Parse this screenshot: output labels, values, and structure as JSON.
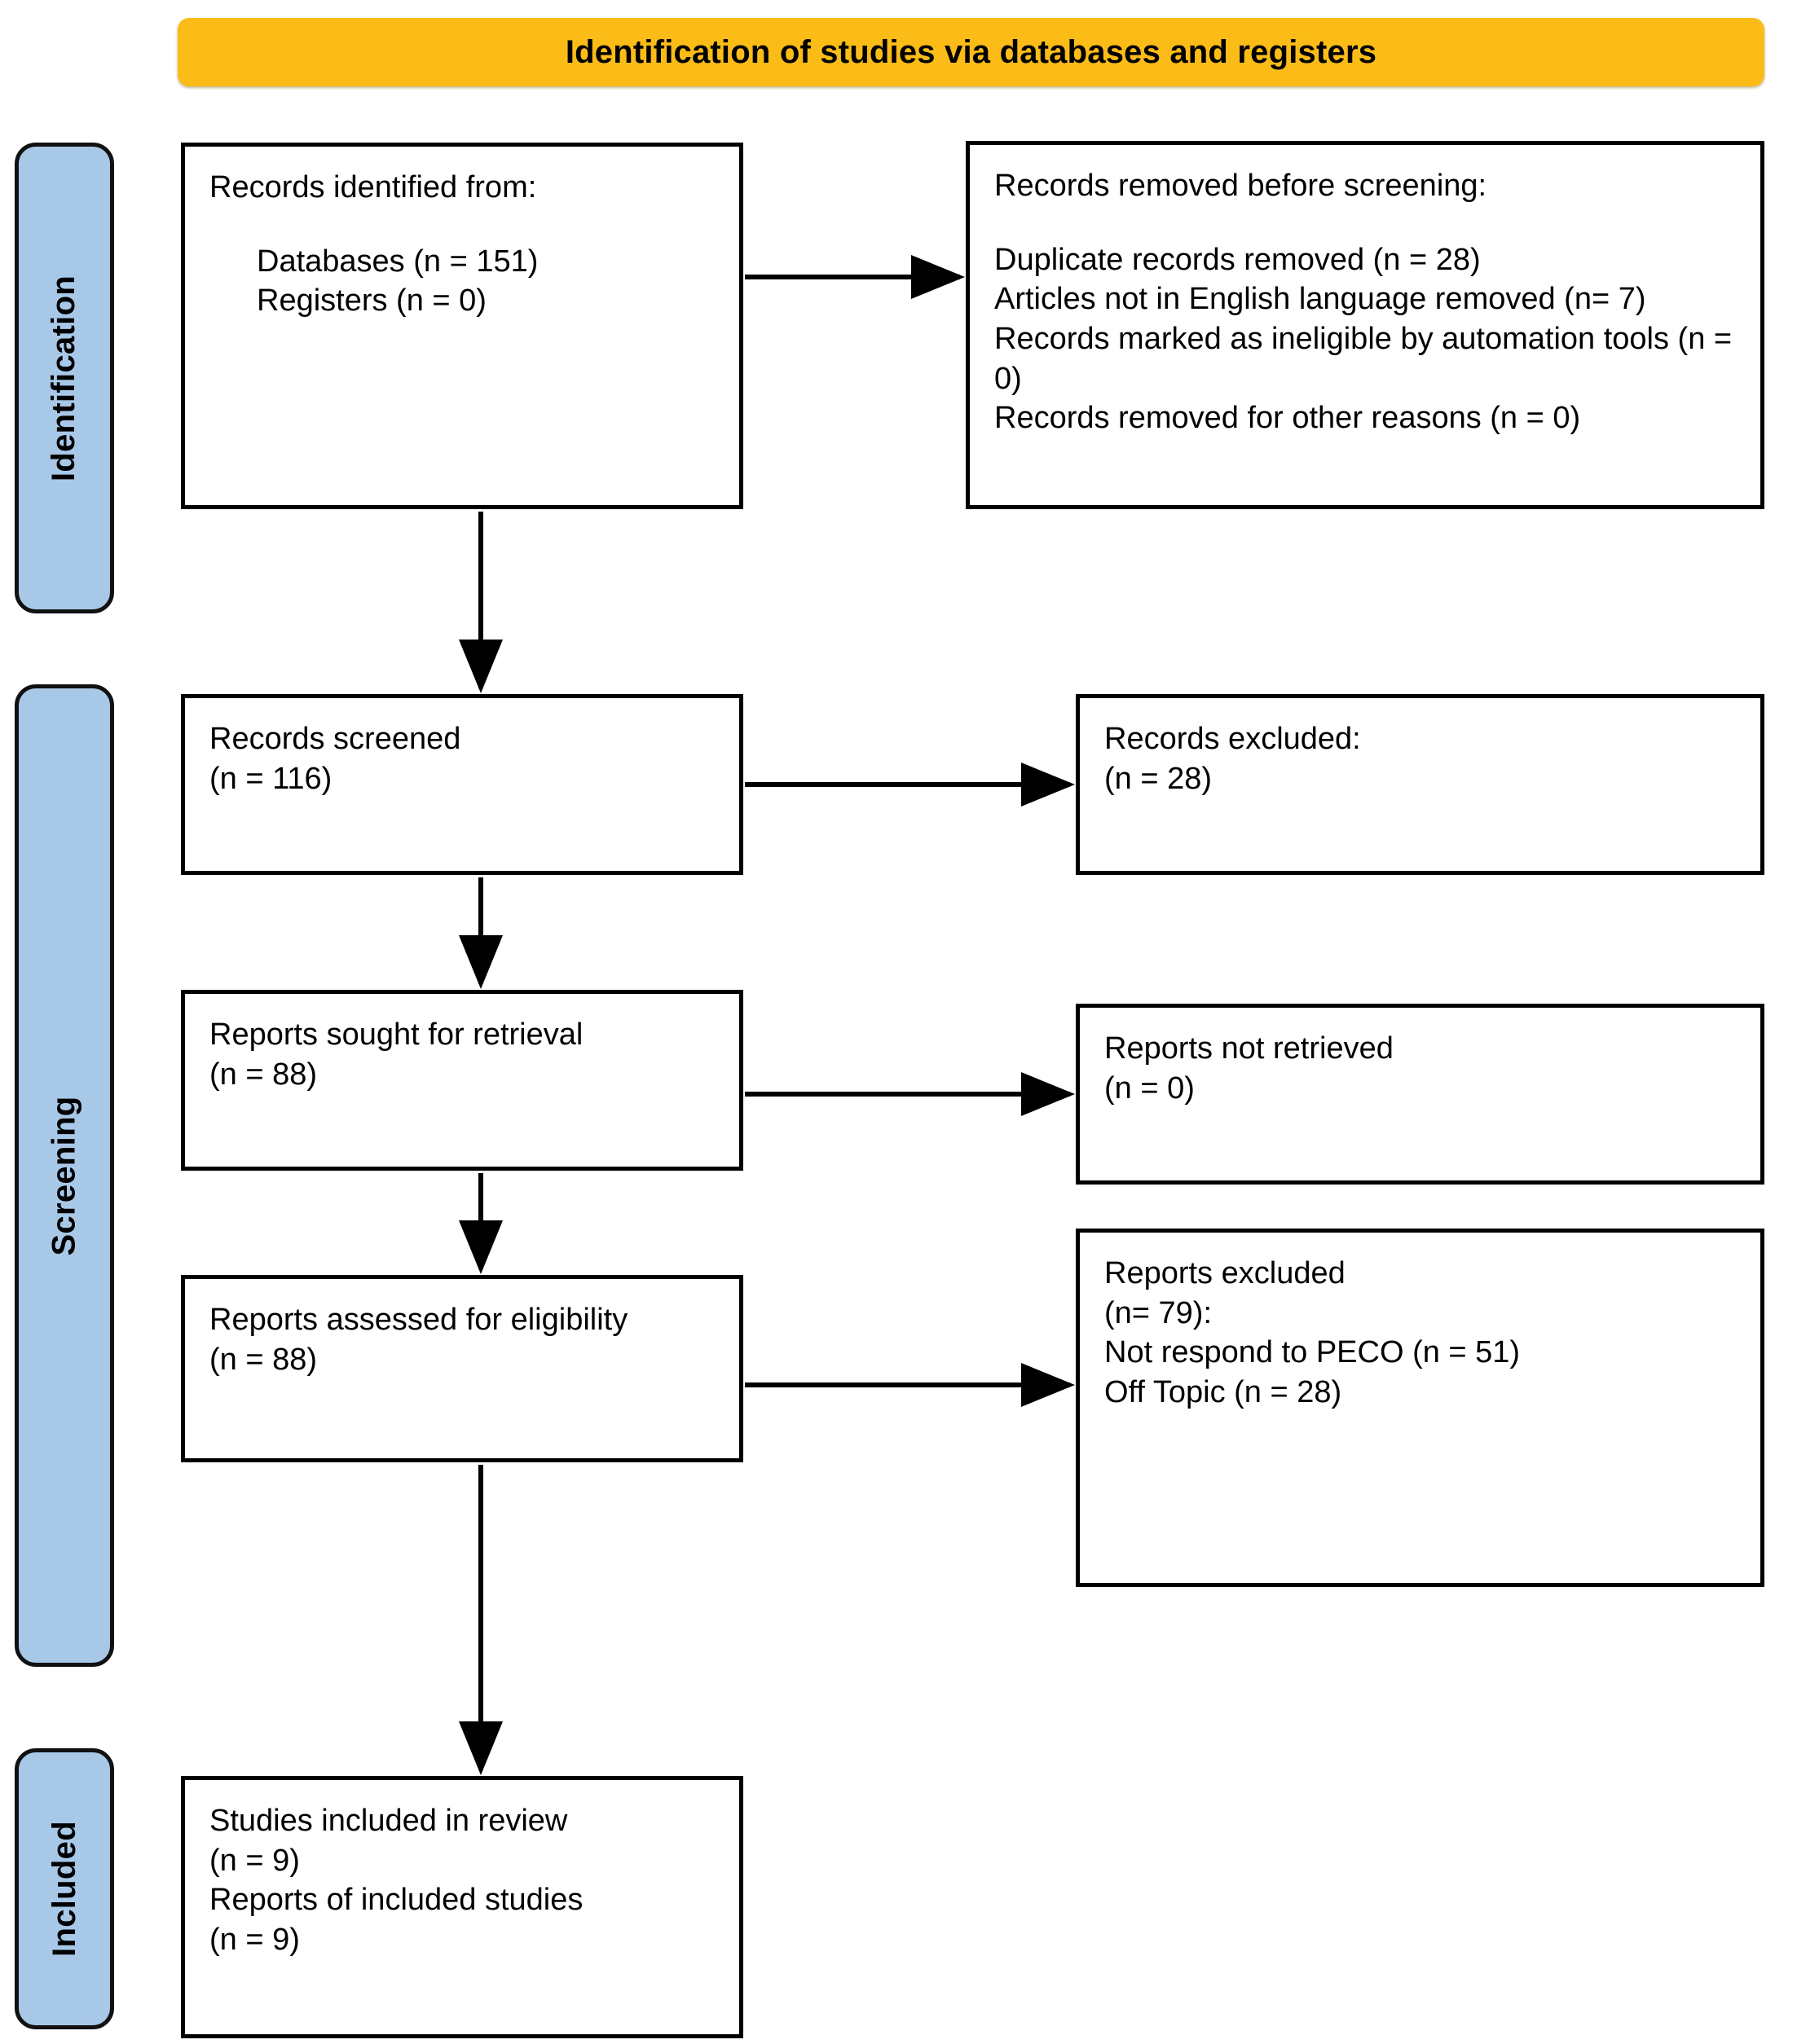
{
  "header": {
    "title": "Identification of studies via databases and registers",
    "bg_color": "#fbbc18"
  },
  "stages": {
    "band_color": "#a8c8e8",
    "items": [
      {
        "id": "identification",
        "label": "Identification"
      },
      {
        "id": "screening",
        "label": "Screening"
      },
      {
        "id": "included",
        "label": "Included"
      }
    ]
  },
  "boxes": {
    "identified": {
      "title": "Records identified from:",
      "line_databases": "Databases (n = 151)",
      "line_registers": "Registers (n = 0)"
    },
    "removed": {
      "title": "Records removed before screening:",
      "line_duplicates": "Duplicate records removed (n = 28)",
      "line_language": "Articles not in English language removed (n= 7)",
      "line_automation": "Records marked as ineligible by automation tools (n = 0)",
      "line_other": "Records removed for other reasons (n = 0)"
    },
    "screened": {
      "title": "Records screened",
      "count": "(n = 116)"
    },
    "records_excluded": {
      "title": "Records excluded:",
      "count": "(n = 28)"
    },
    "sought": {
      "title": "Reports sought for retrieval",
      "count": "(n = 88)"
    },
    "not_retrieved": {
      "title": "Reports not retrieved",
      "count": "(n = 0)"
    },
    "assessed": {
      "title": "Reports assessed for eligibility",
      "count": "(n = 88)"
    },
    "reports_excluded": {
      "title": "Reports excluded",
      "count": "(n= 79):",
      "reason_peco": "Not respond to PECO (n = 51)",
      "reason_offtopic": "Off Topic (n = 28)"
    },
    "included": {
      "title": "Studies included in review",
      "count": "(n = 9)",
      "reports_title": "Reports of included studies",
      "reports_count": "(n = 9)"
    }
  },
  "connectors": [
    {
      "id": "identified-to-removed",
      "kind": "horizontal-arrow"
    },
    {
      "id": "identified-to-screened",
      "kind": "vertical-arrow"
    },
    {
      "id": "screened-to-excluded",
      "kind": "horizontal-arrow"
    },
    {
      "id": "screened-to-sought",
      "kind": "vertical-arrow"
    },
    {
      "id": "sought-to-not-retrieved",
      "kind": "horizontal-arrow"
    },
    {
      "id": "sought-to-assessed",
      "kind": "vertical-arrow"
    },
    {
      "id": "assessed-to-reports-excluded",
      "kind": "horizontal-arrow"
    },
    {
      "id": "assessed-to-included",
      "kind": "vertical-arrow"
    }
  ]
}
